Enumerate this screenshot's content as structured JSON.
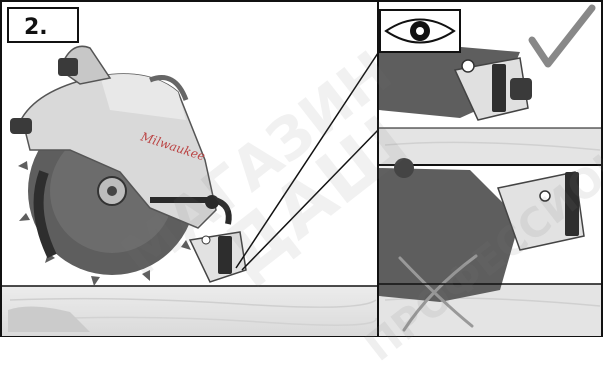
{
  "step": {
    "label": "2."
  },
  "watermark": {
    "line1": "МАГАЗИН",
    "line2": "ДАШ",
    "line3": "ПРОФЕССИОНАЛ"
  },
  "icons": {
    "eye": "eye-icon",
    "check": "check-mark-icon",
    "cross": "cross-mark-icon"
  },
  "colors": {
    "wood": "#e2e2e2",
    "line": "#111111",
    "saw_body": "#d8d8d8",
    "blade": "#5e5e5e"
  }
}
